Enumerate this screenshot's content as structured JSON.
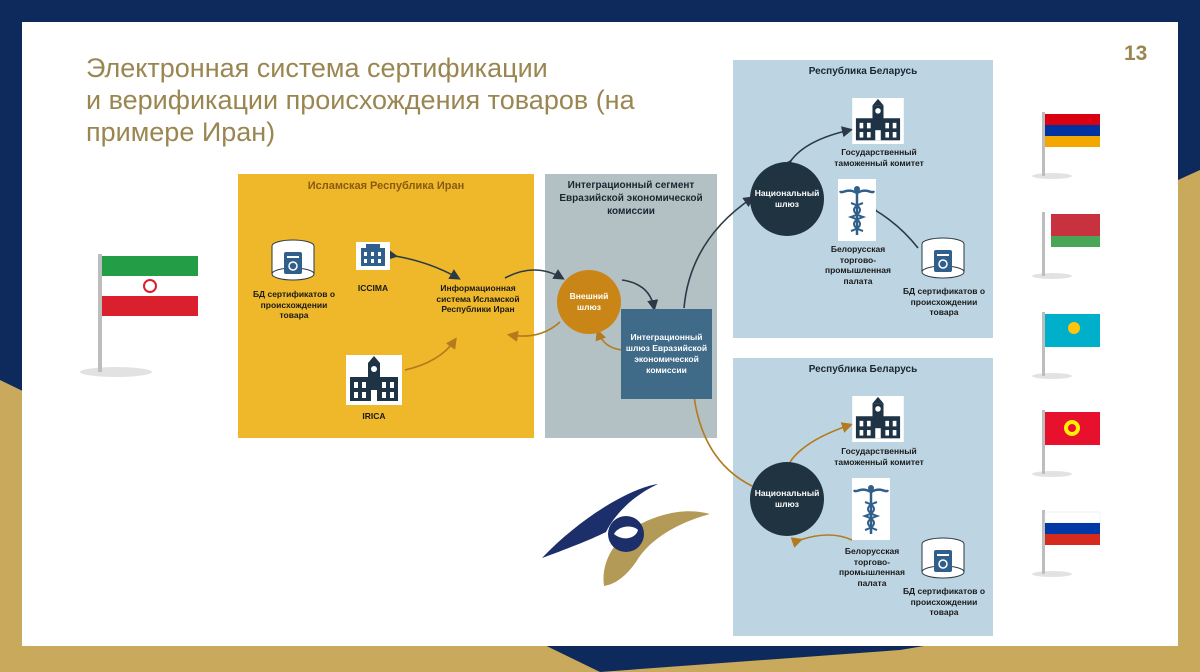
{
  "slide": {
    "title_lines": [
      "Электронная система сертификации",
      "и верификации происхождения товаров (на",
      "примере Иран)"
    ],
    "page_number": "13"
  },
  "iran_box": {
    "header": "Исламская Республика Иран",
    "db_label": "БД сертификатов о происхождении товара",
    "iccima_label": "ICCIMA",
    "info_system_label": "Информационная система Исламской Республики Иран",
    "irica_label": "IRICA"
  },
  "eaeu_box": {
    "header": "Интеграционный сегмент Евразийской экономической комиссии",
    "external_gateway": "Внешний шлюз",
    "integration_gateway": "Интеграционный шлюз Евразийской экономической комиссии"
  },
  "belarus_top": {
    "header": "Республика Беларусь",
    "customs_label": "Государственный таможенный комитет",
    "national_gateway": "Национальный шлюз",
    "chamber_label": "Белорусская торгово-промышленная палата",
    "db_label": "БД сертификатов о происхождении товара"
  },
  "belarus_bottom": {
    "header": "Республика Беларусь",
    "customs_label": "Государственный таможенный комитет",
    "national_gateway": "Национальный шлюз",
    "chamber_label": "Белорусская торгово-промышленная палата",
    "db_label": "БД сертификатов о происхождении товара"
  },
  "flags": [
    "iran-flag-icon",
    "armenia-flag-icon",
    "belarus-flag-icon",
    "kazakhstan-flag-icon",
    "kyrgyzstan-flag-icon",
    "russia-flag-icon"
  ],
  "colors": {
    "iran_box": "#eeb82a",
    "eaeu_box": "#b3c1c5",
    "belarus_box": "#bdd5e3",
    "dark_gateway": "#1f3340",
    "external_gateway": "#c98616",
    "integration_gateway": "#3f6a88",
    "title": "#9a8650"
  }
}
